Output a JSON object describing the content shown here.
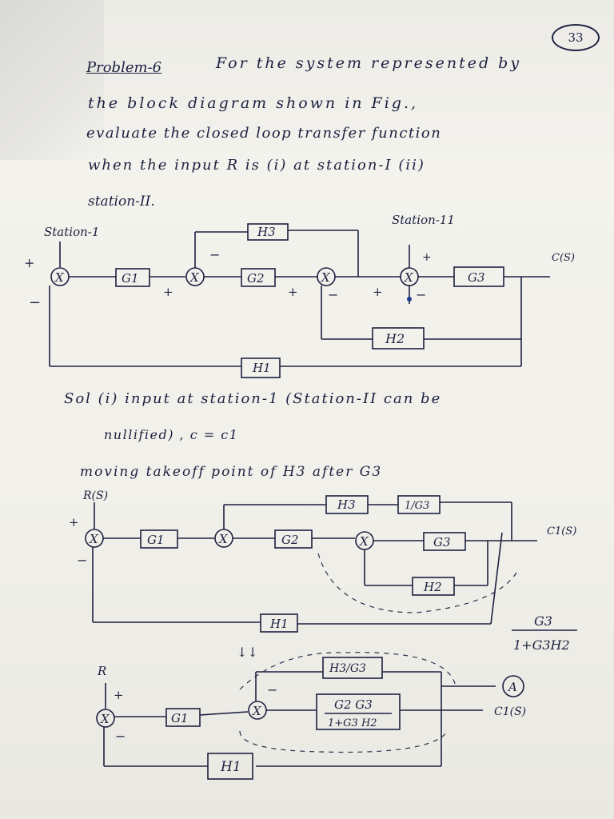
{
  "page_number": "33",
  "problem": {
    "label": "Problem-6",
    "lines": [
      "For the system represented by",
      "the block diagram shown in Fig.,",
      "evaluate the closed loop transfer function",
      "when the input R is (i) at station-I (ii)",
      "station-II."
    ]
  },
  "diagram1": {
    "station1": "Station-1",
    "station2": "Station-11",
    "sum": "X",
    "plus": "+",
    "minus": "−",
    "blocks": {
      "g1": "G1",
      "g2": "G2",
      "g3": "G3",
      "h1": "H1",
      "h2": "H2",
      "h3": "H3"
    },
    "output": "C(S)"
  },
  "solution": {
    "line1": "Sol (i) input at station-1 (Station-II can be",
    "line2": "nullified) , c = c1",
    "line3": "moving takeoff point of H3 after G3"
  },
  "diagram2": {
    "input": "R(S)",
    "blocks": {
      "g1": "G1",
      "g2": "G2",
      "g3": "G3",
      "h1": "H1",
      "h2": "H2",
      "h3": "H3",
      "inv_g3": "1/G3"
    },
    "output": "C1(S)",
    "fraction_num": "G3",
    "fraction_den": "1+G3H2",
    "arrow_note": "↓↓"
  },
  "diagram3": {
    "input": "R",
    "blocks": {
      "g1": "G1",
      "h1": "H1",
      "h3g3": "H3/G3",
      "tf_num": "G2 G3",
      "tf_den": "1+G3 H2"
    },
    "node": "A",
    "output": "C1(S)"
  }
}
